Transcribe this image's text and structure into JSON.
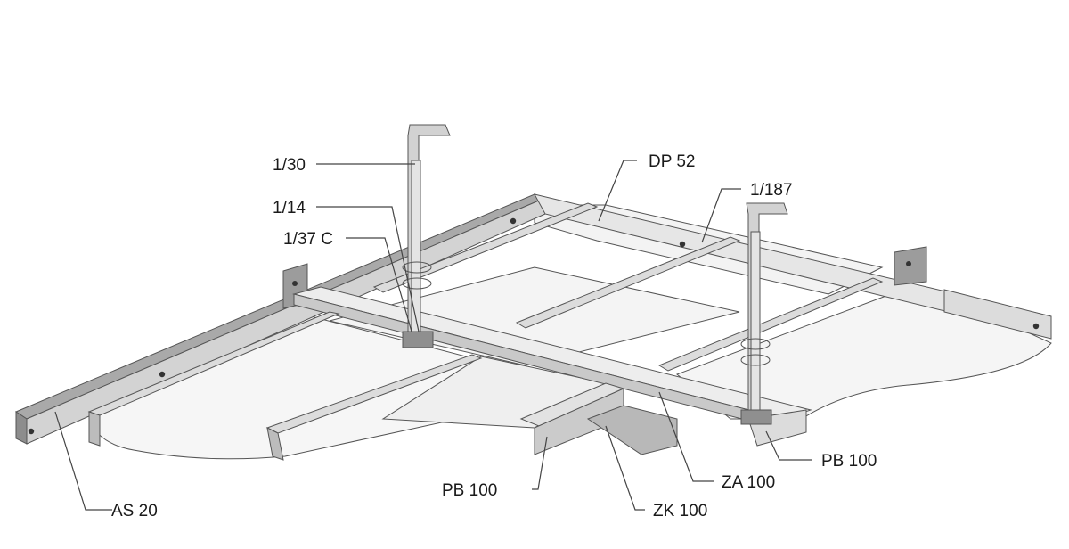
{
  "callouts": [
    {
      "id": "hanger-1-30",
      "label": "1/30"
    },
    {
      "id": "clip-1-14",
      "label": "1/14"
    },
    {
      "id": "clip-1-37c",
      "label": "1/37 C"
    },
    {
      "id": "profile-dp52",
      "label": "DP 52"
    },
    {
      "id": "hanger-1-187",
      "label": "1/187"
    },
    {
      "id": "profile-pb100-left",
      "label": "PB 100"
    },
    {
      "id": "profile-pb100-right",
      "label": "PB 100"
    },
    {
      "id": "profile-za100",
      "label": "ZA 100"
    },
    {
      "id": "profile-zk100",
      "label": "ZK 100"
    },
    {
      "id": "profile-as20",
      "label": "AS 20"
    }
  ],
  "colors": {
    "panel_top": "#f7f7f7",
    "panel_shade": "#e4e4e4",
    "metal_dark": "#9a9a9a",
    "metal_mid": "#c4c4c4",
    "outline": "#555555",
    "leader": "#444444"
  }
}
